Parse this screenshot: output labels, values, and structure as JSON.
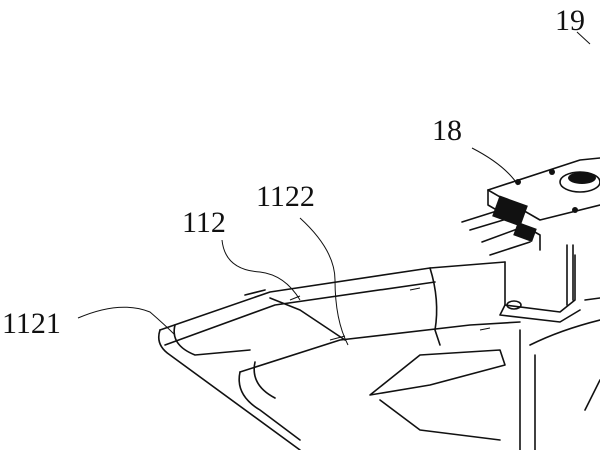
{
  "labels": {
    "part_19": "19",
    "part_18": "18",
    "part_1122": "1122",
    "part_112": "112",
    "part_1121": "1121"
  },
  "colors": {
    "line": "#111111",
    "background": "#ffffff"
  }
}
